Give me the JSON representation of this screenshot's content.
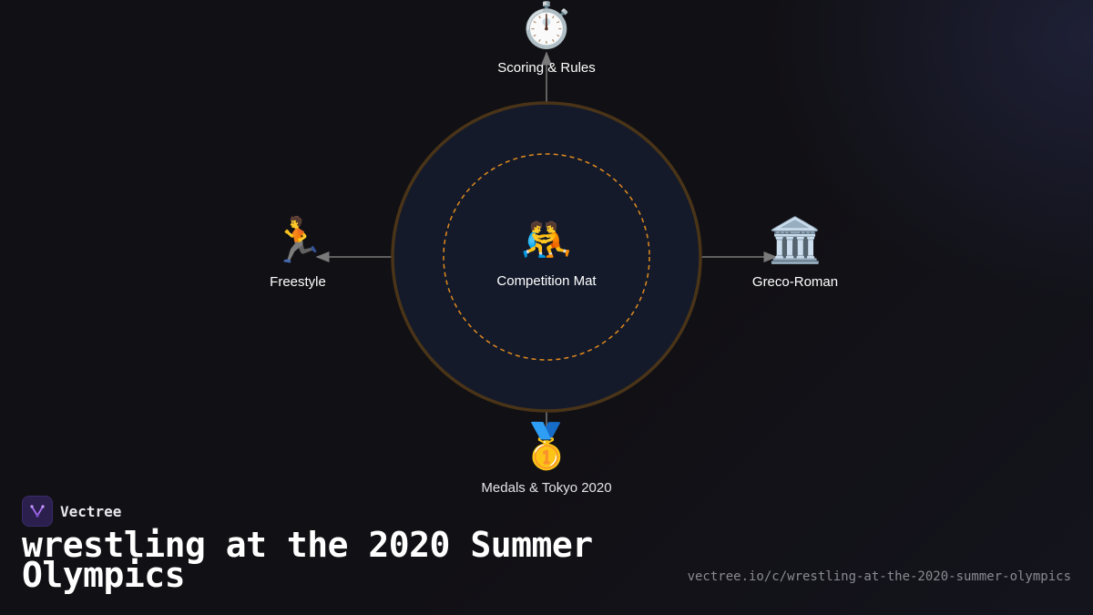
{
  "center": {
    "label": "Competition Mat",
    "icon": "🤼"
  },
  "nodes": {
    "top": {
      "label": "Scoring & Rules",
      "icon": "⏱️"
    },
    "left": {
      "label": "Freestyle",
      "icon": "🏃"
    },
    "right": {
      "label": "Greco-Roman",
      "icon": "🏛️"
    },
    "bottom": {
      "label": "Medals & Tokyo 2020",
      "icon": "🥇"
    }
  },
  "brand": {
    "name": "Vectree"
  },
  "title": "wrestling at the 2020 Summer Olympics",
  "url": "vectree.io/c/wrestling-at-the-2020-summer-olympics",
  "colors": {
    "background": "#111014",
    "circle_fill": "#141a2a",
    "circle_border": "#4a3418",
    "inner_dash": "#e08a1e",
    "arrow": "#7a7a7a"
  }
}
